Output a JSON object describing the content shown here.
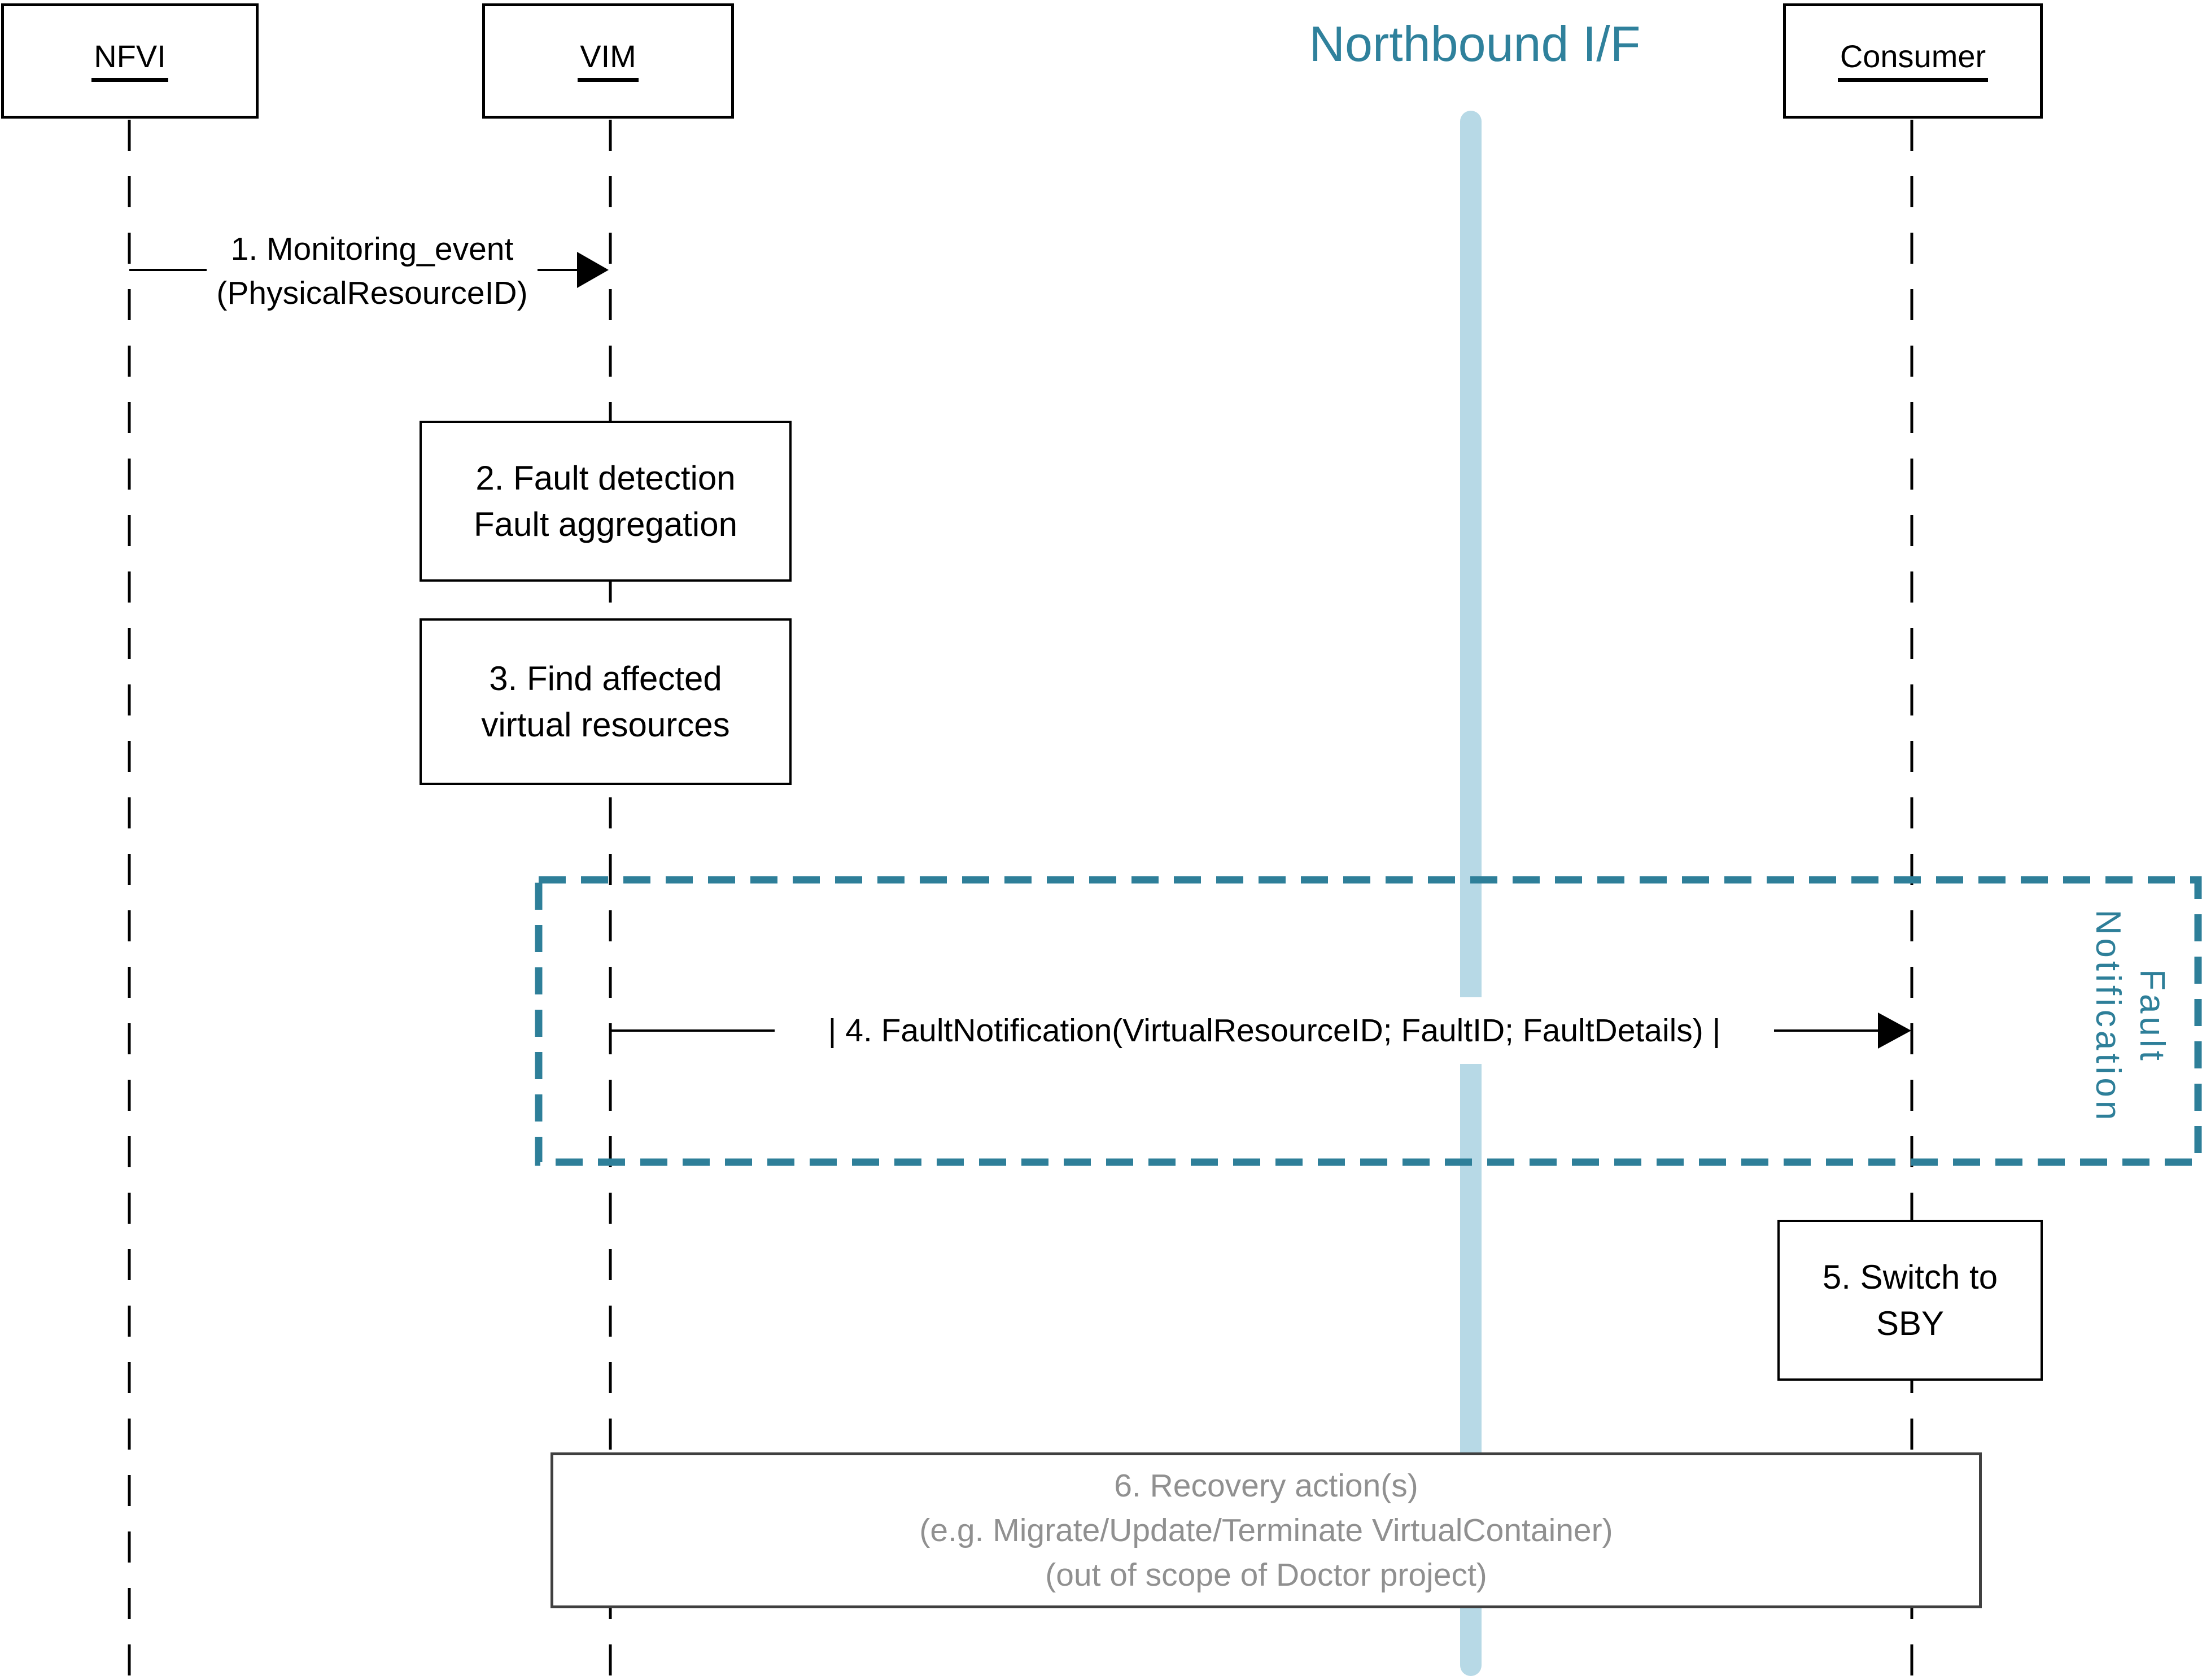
{
  "diagram": {
    "title": "Northbound I/F",
    "actors": [
      {
        "id": "nfvi",
        "label": "NFVI"
      },
      {
        "id": "vim",
        "label": "VIM"
      },
      {
        "id": "consumer",
        "label": "Consumer"
      }
    ],
    "messages": [
      {
        "id": "msg1",
        "from": "NFVI",
        "to": "VIM",
        "label_line1": "1. Monitoring_event",
        "label_line2": "(PhysicalResourceID)"
      },
      {
        "id": "msg4",
        "from": "VIM",
        "to": "Consumer",
        "label": "| 4. FaultNotification(VirtualResourceID; FaultID; FaultDetails) |"
      }
    ],
    "activities": [
      {
        "id": "act2",
        "on": "VIM",
        "line1": "2. Fault detection",
        "line2": "Fault aggregation"
      },
      {
        "id": "act3",
        "on": "VIM",
        "line1": "3. Find affected",
        "line2": "virtual resources"
      },
      {
        "id": "act5",
        "on": "Consumer",
        "line1": "5. Switch to",
        "line2": "SBY"
      },
      {
        "id": "act6",
        "span": "VIM-Consumer",
        "line1": "6. Recovery action(s)",
        "line2": "(e.g. Migrate/Update/Terminate VirtualContainer)",
        "line3": "(out of scope of Doctor project)"
      }
    ],
    "frame": {
      "label_line1": "Fault",
      "label_line2": "Notification"
    },
    "colors": {
      "teal_border": "#2E7F99",
      "teal_title": "#2F819C",
      "bar_blue": "#B7D9E6",
      "gray_text": "#909090",
      "box6_border": "#404040",
      "black": "#000000"
    }
  }
}
